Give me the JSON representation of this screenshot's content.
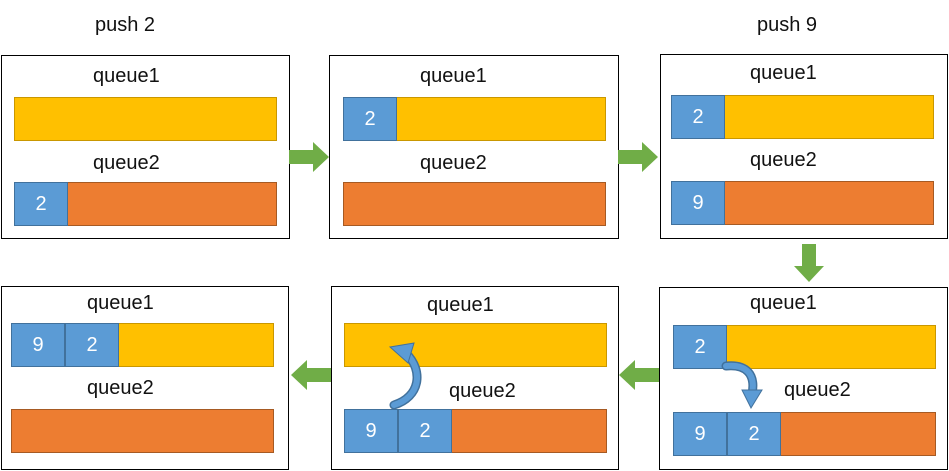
{
  "colors": {
    "queue1": "#ffc000",
    "queue2": "#ed7d31",
    "item": "#5b9bd5",
    "arrow": "#70ad47"
  },
  "step_labels": {
    "push2": "push 2",
    "push9": "push 9"
  },
  "panels": [
    {
      "queue1_label": "queue1",
      "queue2_label": "queue2",
      "queue1_items": [],
      "queue2_items": [
        "2"
      ]
    },
    {
      "queue1_label": "queue1",
      "queue2_label": "queue2",
      "queue1_items": [
        "2"
      ],
      "queue2_items": []
    },
    {
      "queue1_label": "queue1",
      "queue2_label": "queue2",
      "queue1_items": [
        "2"
      ],
      "queue2_items": [
        "9"
      ]
    },
    {
      "queue1_label": "queue1",
      "queue2_label": "queue2",
      "queue1_items": [
        "2"
      ],
      "queue2_items": [
        "9",
        "2"
      ]
    },
    {
      "queue1_label": "queue1",
      "queue2_label": "queue2",
      "queue1_items": [],
      "queue2_items": [
        "9",
        "2"
      ]
    },
    {
      "queue1_label": "queue1",
      "queue2_label": "queue2",
      "queue1_items": [
        "9",
        "2"
      ],
      "queue2_items": []
    }
  ],
  "icons": {
    "flow_arrow": "green-block-arrow",
    "move_arrow": "curved-blue-arrow"
  }
}
